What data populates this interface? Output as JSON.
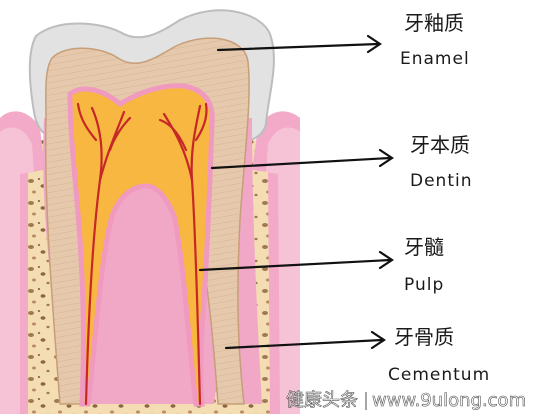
{
  "labels": [
    {
      "zh": "牙釉质",
      "en": "Enamel"
    },
    {
      "zh": "牙本质",
      "en": "Dentin"
    },
    {
      "zh": "牙髓",
      "en": "Pulp"
    },
    {
      "zh": "牙骨质",
      "en": "Cementum"
    }
  ],
  "watermark": {
    "site": "健康头条",
    "url": "www.9ulong.com"
  },
  "colors": {
    "enamel": "#e2e2e2",
    "dentin": "#e8cbb0",
    "pulp": "#f7b740",
    "gum": "#f3a9c8",
    "bone": "#f4ddb2",
    "nerve": "#c62828"
  }
}
